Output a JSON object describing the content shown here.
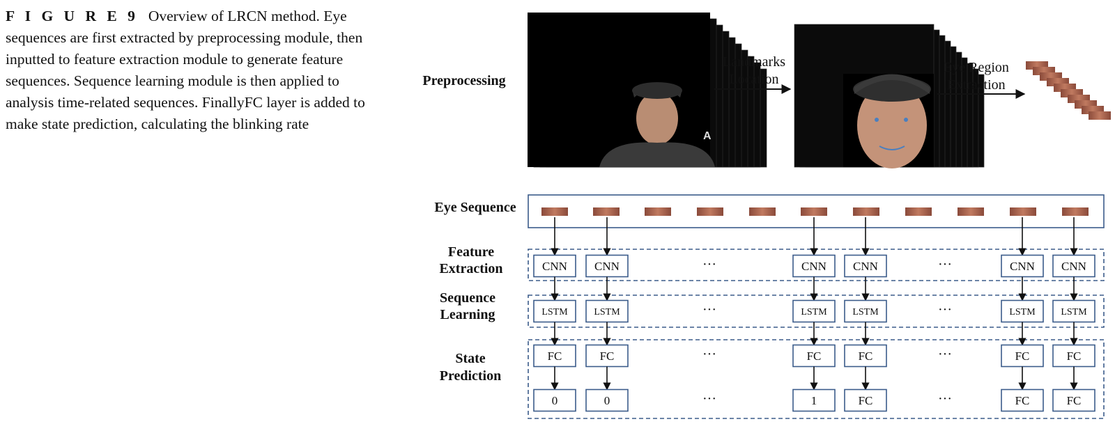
{
  "caption": {
    "label": "F I G U R E 9",
    "text": "Overview of LRCN method. Eye sequences are first extracted by preprocessing module, then inputted to feature extraction module to generate feature sequences. Sequence learning module is then applied to analysis time-related sequences. FinallyFC layer is added to make state prediction, calculating the blinking rate"
  },
  "preprocessing": {
    "label": "Preprocessing",
    "arrow1_lines": [
      "Landmarks",
      "Location"
    ],
    "arrow2_lines": [
      "Eye Region",
      "Extraction"
    ]
  },
  "rows": {
    "eye_sequence": [
      "Eye Sequence"
    ],
    "feature_extraction": [
      "Feature",
      "Extraction"
    ],
    "sequence_learning": [
      "Sequence",
      "Learning"
    ],
    "state_prediction": [
      "State",
      "Prediction"
    ]
  },
  "columns": {
    "cnn": [
      "CNN",
      "CNN",
      "CNN",
      "CNN",
      "CNN",
      "CNN"
    ],
    "lstm": [
      "LSTM",
      "LSTM",
      "LSTM",
      "LSTM",
      "LSTM",
      "LSTM"
    ],
    "fc": [
      "FC",
      "FC",
      "FC",
      "FC",
      "FC",
      "FC"
    ],
    "output": [
      "0",
      "0",
      "1",
      "FC",
      "FC",
      "FC"
    ],
    "ellipsis": "···"
  },
  "colors": {
    "box_border": "#3b5b8a",
    "arrow": "#111111",
    "eye_patch": "#a8604a"
  }
}
